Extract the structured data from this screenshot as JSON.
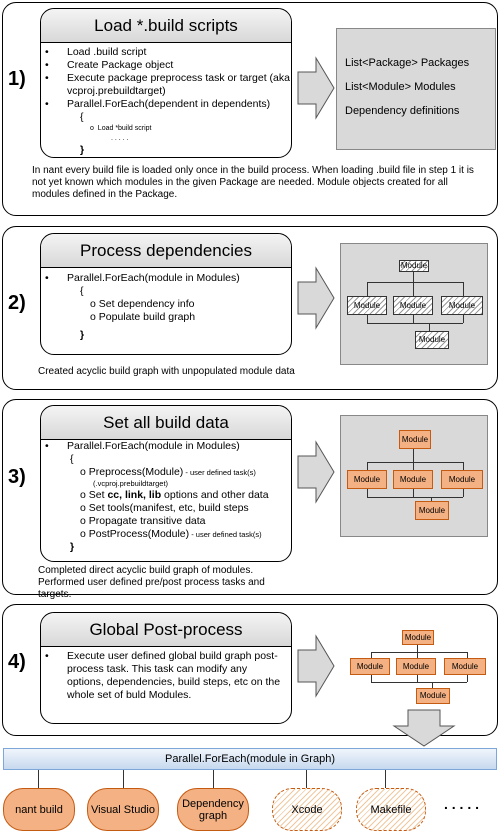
{
  "step1": {
    "number": "1)",
    "title": "Load *.build scripts",
    "items": [
      "Load .build script",
      "Create Package object",
      "Execute package preprocess task or target (aka vcproj.prebuildtarget)",
      "Parallel.ForEach(dependent in dependents)"
    ],
    "open_brace": "{",
    "sub_item": "Load *build script",
    "dots": ". . . . .",
    "close_brace": "}",
    "outputs": [
      "List<Package> Packages",
      "List<Module> Modules",
      "Dependency definitions"
    ],
    "note": "In nant every build file is loaded only once in the build process. When loading .build file in step 1 it is not yet known which modules in the given Package are needed. Module objects created for all modules defined in the Package."
  },
  "step2": {
    "number": "2)",
    "title": "Process dependencies",
    "items": [
      "Parallel.ForEach(module in Modules)"
    ],
    "open_brace": "{",
    "sub_items": [
      "Set dependency info",
      "Populate build graph"
    ],
    "close_brace": "}",
    "module_label": "Module",
    "note": "Created acyclic build graph with unpopulated module data"
  },
  "step3": {
    "number": "3)",
    "title": "Set all build data",
    "items": [
      "Parallel.ForEach(module in Modules)"
    ],
    "open_brace": "{",
    "sub_items": [
      {
        "main": "Preprocess(Module)",
        "extra": " - user defined task(s)"
      },
      {
        "main": "(.vcproj.prebuildtarget)",
        "extra": ""
      },
      {
        "pre": "Set ",
        "bold": "cc, link, lib",
        "post": " options and other data"
      },
      {
        "main": "Set tools(manifest, etc, build steps",
        "extra": ""
      },
      {
        "main": "Propagate transitive data",
        "extra": ""
      },
      {
        "main": "PostProcess(Module)",
        "extra": " - user defined task(s)"
      }
    ],
    "close_brace": "}",
    "module_label": "Module",
    "note": "Completed direct acyclic build graph of modules. Performed user defined pre/post process tasks and targets."
  },
  "step4": {
    "number": "4)",
    "title": "Global Post-process",
    "items": [
      "Execute user defined global build graph post-process task. This task can modify any options, dependencies, build steps, etc on the whole set of buld Modules."
    ],
    "module_label": "Module"
  },
  "footer": {
    "bar_label": "Parallel.ForEach(module in Graph)",
    "targets": [
      "nant build",
      "Visual Studio",
      "Dependency graph",
      "Xcode",
      "Makefile"
    ],
    "ellipsis": ". . . . ."
  },
  "colors": {
    "module_orange": "#f4b183",
    "bar_blue": "#c7d9ef"
  }
}
